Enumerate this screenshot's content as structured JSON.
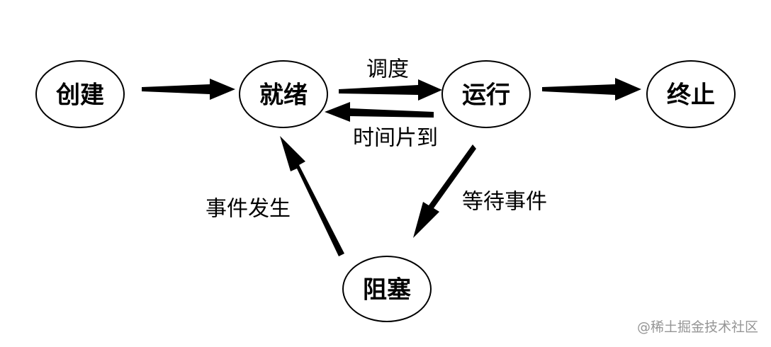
{
  "nodes": {
    "create": "创建",
    "ready": "就绪",
    "running": "运行",
    "terminated": "终止",
    "blocked": "阻塞"
  },
  "edges": {
    "schedule": "调度",
    "time_slice_expired": "时间片到",
    "wait_event": "等待事件",
    "event_occurs": "事件发生"
  },
  "watermark": "@稀土掘金技术社区"
}
